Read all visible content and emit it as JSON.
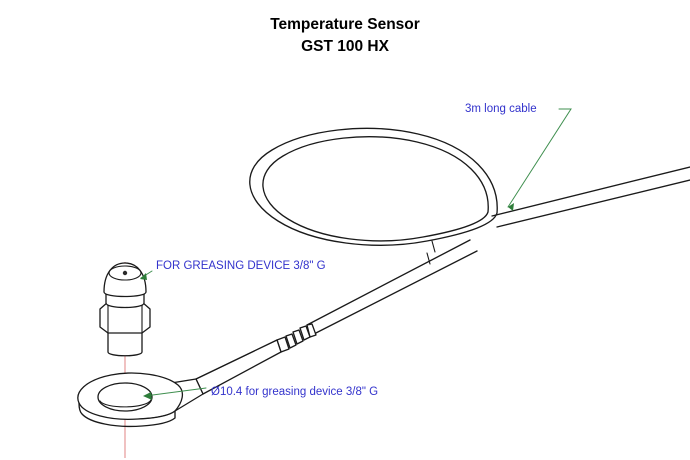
{
  "document": {
    "background_color": "#ffffff",
    "drawing_stroke_color": "#1a1a1a",
    "annotation_text_color": "#3333cc",
    "leader_line_color": "#3f8f4f",
    "centerline_color": "#e8a0a0"
  },
  "title": {
    "line1": "Temperature Sensor",
    "line2": "GST 100 HX"
  },
  "annotations": [
    {
      "id": "cable-length",
      "label": "3m long cable",
      "points_to": "cable-exit-upper-right"
    },
    {
      "id": "greasing-device-thread",
      "label": "FOR GREASING DEVICE 3/8\" G",
      "points_to": "grease-nipple"
    },
    {
      "id": "greasing-device-hole",
      "label": "Ø10.4 for greasing device 3/8\" G",
      "points_to": "mounting-tab-hole"
    }
  ],
  "parts": [
    {
      "id": "grease-nipple",
      "name": "Grease nipple fitting"
    },
    {
      "id": "mounting-tab",
      "name": "Flat mounting tab / lug"
    },
    {
      "id": "mounting-tab-hole",
      "name": "Through hole Ø10.4"
    },
    {
      "id": "sensor-body",
      "name": "Cylindrical sensor body"
    },
    {
      "id": "strain-relief",
      "name": "Ribbed strain relief"
    },
    {
      "id": "cable-loop",
      "name": "Coiled cable loop"
    },
    {
      "id": "cable-exit-upper-right",
      "name": "Cable run to upper right"
    },
    {
      "id": "centerline",
      "name": "Vertical centerline"
    }
  ]
}
